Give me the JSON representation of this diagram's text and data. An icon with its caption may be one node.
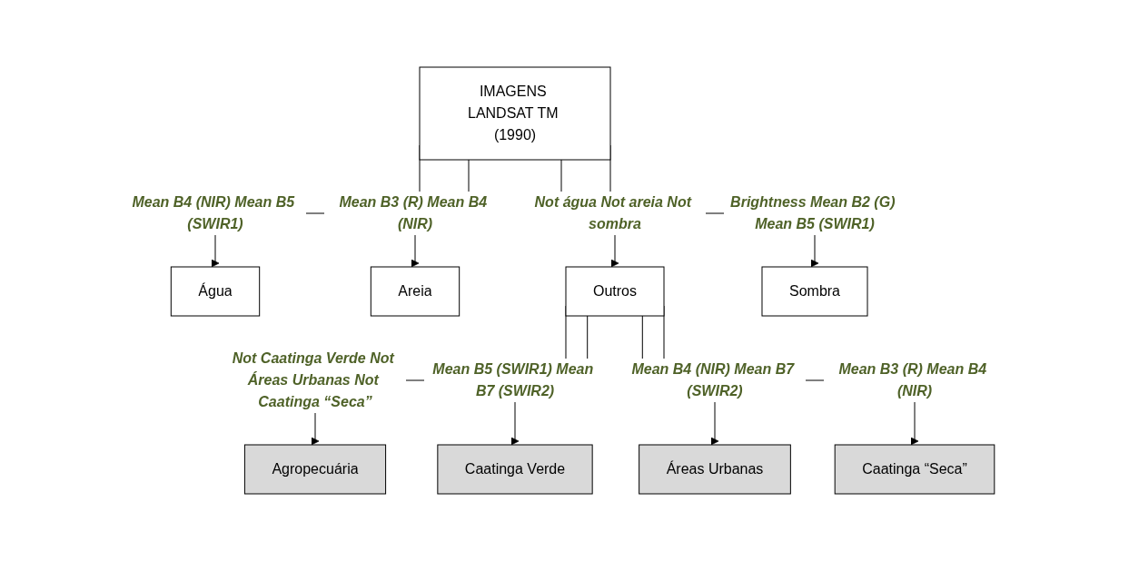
{
  "diagram": {
    "nodes": [
      {
        "text": [
          "IMAGENS LANDSAT TM (1990)"
        ]
      },
      {
        "text": [
          "Água"
        ]
      },
      {
        "text": [
          "Areia"
        ]
      },
      {
        "text": [
          "Outros"
        ]
      },
      {
        "text": [
          "Sombra"
        ]
      },
      {
        "text": [
          "Agropecuária"
        ]
      },
      {
        "text": [
          "Caatinga Verde"
        ]
      },
      {
        "text": [
          "Áreas Urbanas"
        ]
      },
      {
        "text": [
          "Caatinga “Seca”"
        ]
      }
    ],
    "edges": [
      {
        "from": 0,
        "to": 1,
        "arrow": "to",
        "label": "Mean B4 (NIR) Mean B5 (SWIR1)"
      },
      {
        "from": 0,
        "to": 2,
        "arrow": "to",
        "label": "Mean B3 (R) Mean B4 (NIR)"
      },
      {
        "from": 0,
        "to": 3,
        "arrow": "to",
        "label": "Not água Not areia Not sombra"
      },
      {
        "from": 0,
        "to": 4,
        "arrow": "to",
        "label": "Brightness Mean B2 (G) Mean B5 (SWIR1)"
      },
      {
        "from": 3,
        "to": 5,
        "arrow": "to",
        "label": "Not Caatinga Verde Not Áreas Urbanas Not Caatinga “Seca”"
      },
      {
        "from": 3,
        "to": 6,
        "arrow": "to",
        "label": "Mean B5 (SWIR1) Mean B7 (SWIR2)"
      },
      {
        "from": 3,
        "to": 7,
        "arrow": "to",
        "label": "Mean B4 (NIR) Mean B7 (SWIR2)"
      },
      {
        "from": 3,
        "to": 8,
        "arrow": "to",
        "label": "Mean B3 (R) Mean B4 (NIR)"
      }
    ]
  }
}
